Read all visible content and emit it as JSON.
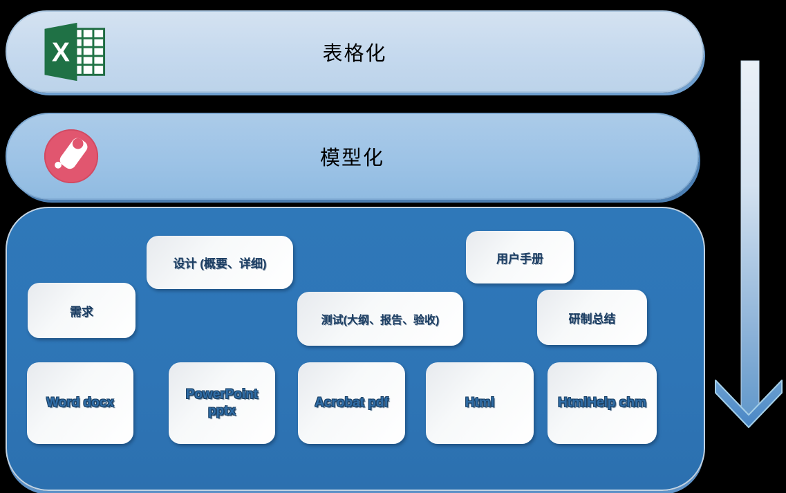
{
  "steps": {
    "tabulation": {
      "label": "表格化",
      "icon": "excel-icon"
    },
    "modeling": {
      "label": "模型化",
      "icon": "script-scroll-icon"
    }
  },
  "panel": {
    "doc_types": {
      "requirements": "需求",
      "design": "设计 (概要、详细)",
      "user_manual": "用户手册",
      "testing": "测试(大纲、报告、验收)",
      "dev_summary": "研制总结"
    },
    "formats": {
      "word": "Word docx",
      "powerpoint": "PowerPoint pptx",
      "acrobat": "Acrobat pdf",
      "html": "Html",
      "htmlhelp": "HtmlHelp chm"
    }
  },
  "arrow": {
    "icon": "down-arrow",
    "direction": "down"
  },
  "colors": {
    "step1_fill": "#c5d9ee",
    "step2_fill": "#9dc3e6",
    "panel_fill": "#2e75b6",
    "box_fill": "#ffffff",
    "box_text_navy": "#1c3e63",
    "format_text_blue": "#2f6ca5",
    "excel_green": "#217346",
    "script_pink": "#e1566f",
    "arrow_blue": "#5b93c8",
    "background": "#000000"
  }
}
